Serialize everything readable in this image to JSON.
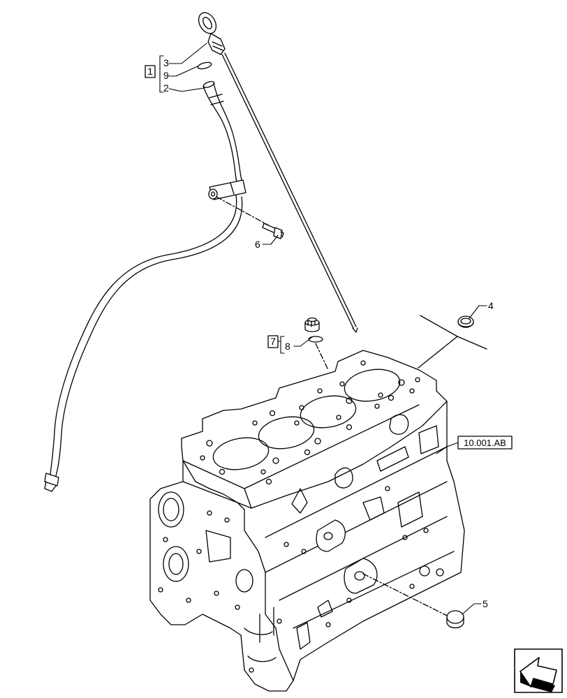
{
  "callouts": {
    "c1": "1",
    "c2": "2",
    "c3": "3",
    "c4": "4",
    "c5": "5",
    "c6": "6",
    "c7": "7",
    "c8": "8",
    "c9": "9"
  },
  "reference": {
    "label": "10.001.AB"
  },
  "nav": {
    "icon": "arrow-back-icon"
  }
}
